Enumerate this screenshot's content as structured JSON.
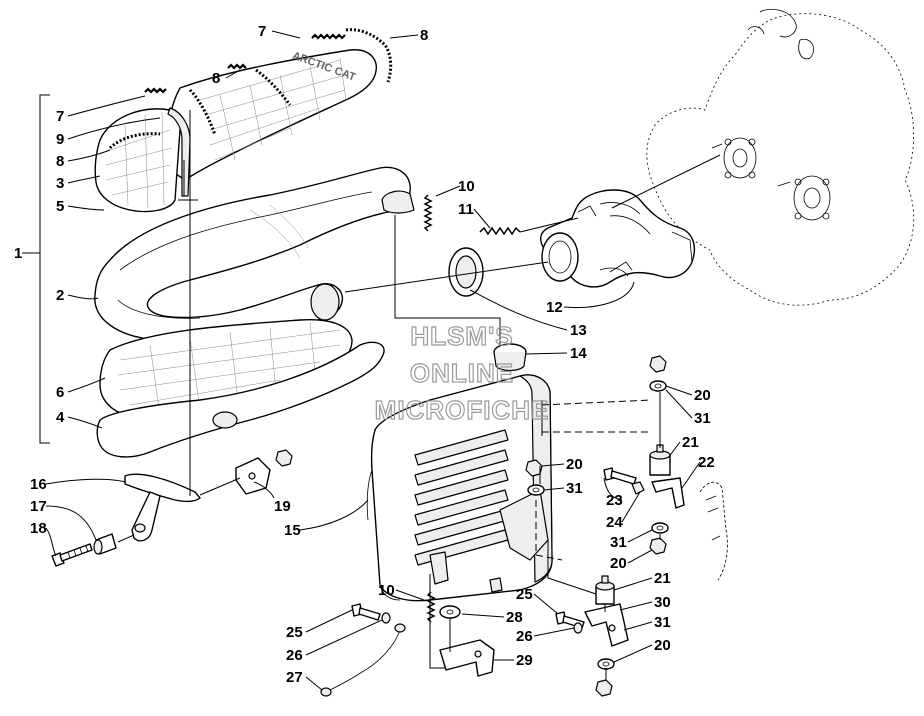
{
  "watermark": [
    "HLSM'S",
    "ONLINE",
    "MICROFICHE"
  ],
  "callouts": [
    "1",
    "2",
    "3",
    "4",
    "5",
    "6",
    "7",
    "7",
    "8",
    "8",
    "8",
    "9",
    "10",
    "10",
    "11",
    "12",
    "13",
    "14",
    "15",
    "16",
    "17",
    "18",
    "19",
    "20",
    "20",
    "20",
    "20",
    "21",
    "21",
    "22",
    "23",
    "24",
    "25",
    "25",
    "26",
    "26",
    "27",
    "28",
    "29",
    "30",
    "31",
    "31",
    "31",
    "31"
  ]
}
